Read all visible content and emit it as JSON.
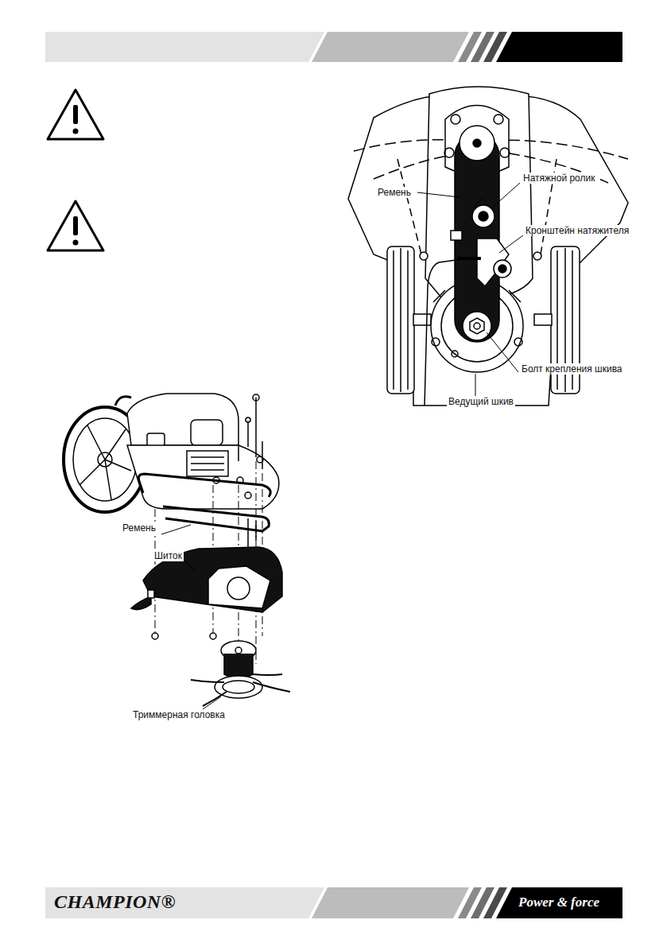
{
  "diagram": {
    "labels": [
      "Ремень",
      "Натяжной ролик",
      "Кронштейн натяжителя",
      "Болт крепления шкива",
      "Ведущий шкив",
      "Ремень",
      "Шиток",
      "Триммерная головка",
      "CHAMPION®",
      "Power & force"
    ]
  }
}
